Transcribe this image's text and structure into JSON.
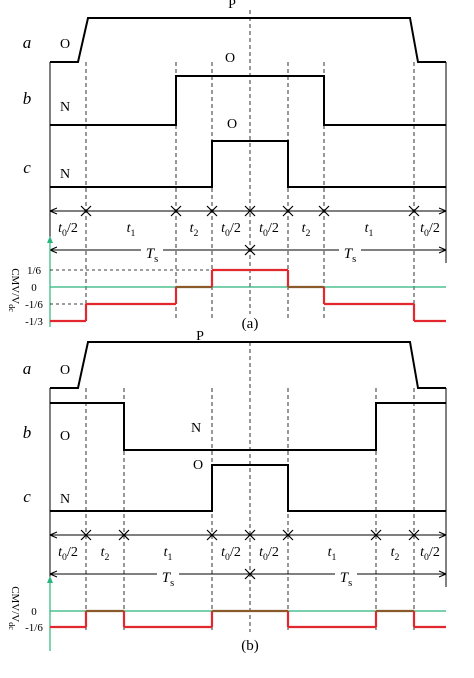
{
  "panel_a": {
    "caption": "(a)",
    "phases": [
      {
        "name": "a",
        "labels": [
          {
            "text": "O"
          },
          {
            "text": "P"
          }
        ]
      },
      {
        "name": "b",
        "labels": [
          {
            "text": "N"
          },
          {
            "text": "O"
          }
        ]
      },
      {
        "name": "c",
        "labels": [
          {
            "text": "N"
          },
          {
            "text": "O"
          }
        ]
      }
    ],
    "intervals": [
      {
        "base": "t",
        "sub": "0",
        "suffix": "/2"
      },
      {
        "base": "t",
        "sub": "1",
        "suffix": ""
      },
      {
        "base": "t",
        "sub": "2",
        "suffix": ""
      },
      {
        "base": "t",
        "sub": "0",
        "suffix": "/2"
      },
      {
        "base": "t",
        "sub": "0",
        "suffix": "/2"
      },
      {
        "base": "t",
        "sub": "2",
        "suffix": ""
      },
      {
        "base": "t",
        "sub": "1",
        "suffix": ""
      },
      {
        "base": "t",
        "sub": "0",
        "suffix": "/2"
      }
    ],
    "period": {
      "base": "T",
      "sub": "s"
    },
    "cmv": {
      "ylabel": "CMV/V",
      "ylabel_sub": "dc",
      "ticks": [
        "1/6",
        "0",
        "-1/6",
        "-1/3"
      ],
      "levels": [
        -0.3333,
        -0.1667,
        0,
        0.1667,
        0,
        -0.1667,
        -0.3333
      ]
    }
  },
  "panel_b": {
    "caption": "(b)",
    "phases": [
      {
        "name": "a",
        "labels": [
          {
            "text": "O"
          },
          {
            "text": "P"
          }
        ]
      },
      {
        "name": "b",
        "labels": [
          {
            "text": "O"
          },
          {
            "text": "N"
          }
        ]
      },
      {
        "name": "c",
        "labels": [
          {
            "text": "N"
          },
          {
            "text": "O"
          }
        ]
      }
    ],
    "intervals": [
      {
        "base": "t",
        "sub": "0",
        "suffix": "/2"
      },
      {
        "base": "t",
        "sub": "2",
        "suffix": ""
      },
      {
        "base": "t",
        "sub": "1",
        "suffix": ""
      },
      {
        "base": "t",
        "sub": "0",
        "suffix": "/2"
      },
      {
        "base": "t",
        "sub": "0",
        "suffix": "/2"
      },
      {
        "base": "t",
        "sub": "1",
        "suffix": ""
      },
      {
        "base": "t",
        "sub": "2",
        "suffix": ""
      },
      {
        "base": "t",
        "sub": "0",
        "suffix": "/2"
      }
    ],
    "period": {
      "base": "T",
      "sub": "s"
    },
    "cmv": {
      "ylabel": "CMV/V",
      "ylabel_sub": "dc",
      "ticks": [
        "0",
        "-1/6"
      ],
      "levels": [
        -0.1667,
        0,
        -0.1667,
        0,
        -0.1667,
        0,
        -0.1667
      ]
    }
  },
  "colors": {
    "line": "#000000",
    "zero_axis": "#2bb37c",
    "cmv_positive": "#e0282e",
    "cmv_zero": "#8b5a2b",
    "dash": "#000000"
  }
}
